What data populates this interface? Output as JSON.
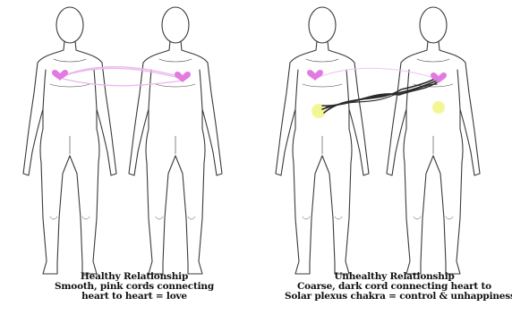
{
  "panels": [
    {
      "title": "Healthy Relationship",
      "line1": "Smooth, pink cords connecting",
      "line2": "heart to heart = love"
    },
    {
      "title": "Unhealthy Relationship",
      "line1": "Coarse, dark cord connecting heart to",
      "line2": "Solar plexus chakra = control & unhappiness"
    }
  ],
  "colors": {
    "outline": "#3a3a3a",
    "heart": "#e27be0",
    "pink_cord": "#e9b6ec",
    "dark_cord": "#2b2b2b",
    "solar_plexus": "#f2f58a"
  }
}
